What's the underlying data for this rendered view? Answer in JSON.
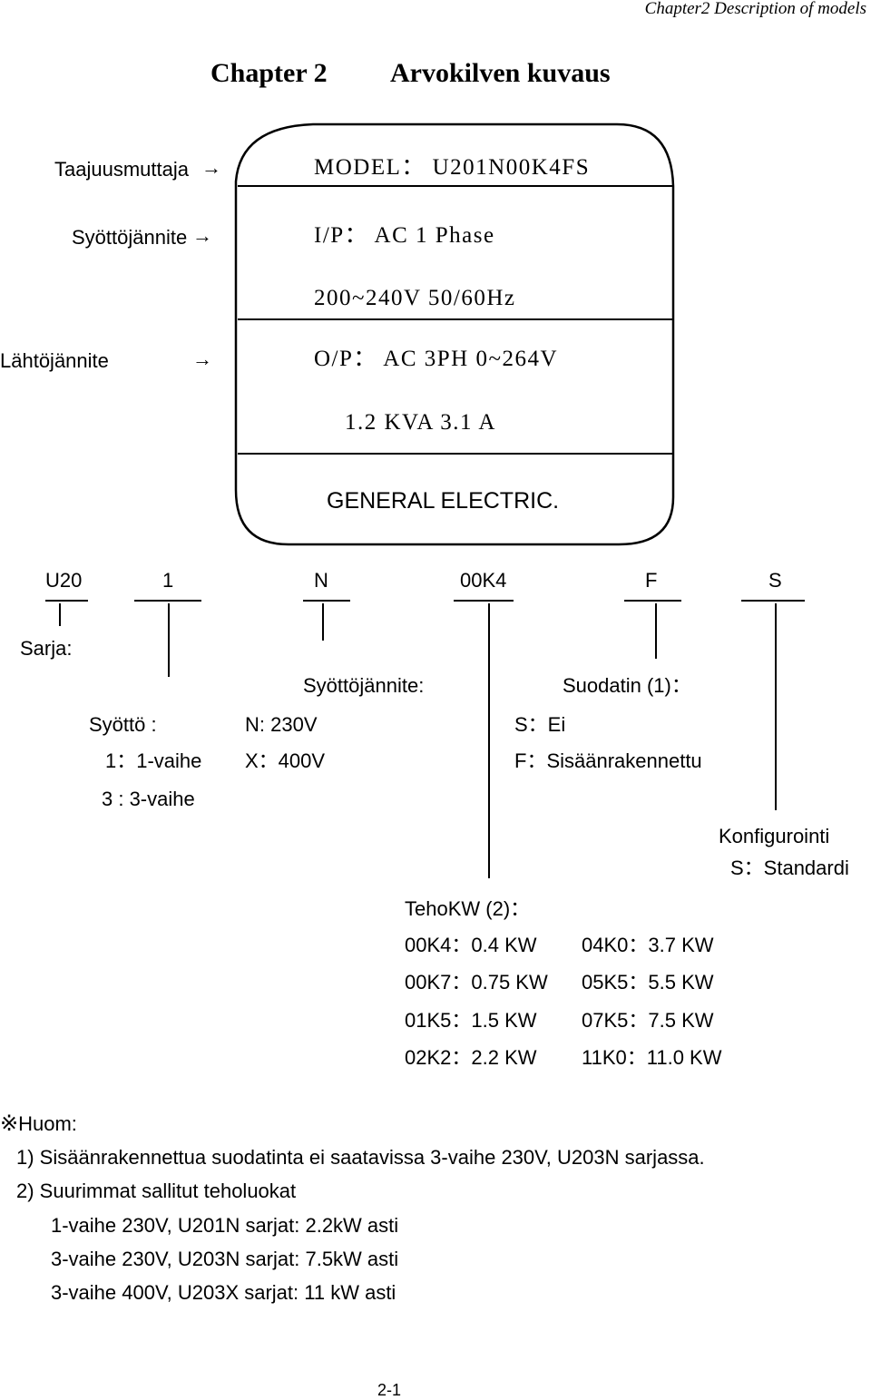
{
  "header": {
    "running_title": "Chapter2 Description of models"
  },
  "chapter": {
    "number": "Chapter 2",
    "title": "Arvokilven kuvaus"
  },
  "nameplate": {
    "labels": {
      "inverter": "Taajuusmuttaja",
      "inverter_arrow": "→",
      "input_voltage": "Syöttöjännite",
      "input_arrow": "→",
      "output_voltage": "Lähtöjännite",
      "output_arrow": "→"
    },
    "lines": {
      "model": "MODEL： U201N00K4FS",
      "input": "I/P： AC 1 Phase",
      "input_range": "200~240V 50/60Hz",
      "output": "O/P： AC 3PH 0~264V",
      "rating": "1.2 KVA 3.1 A",
      "brand": "GENERAL ELECTRIC."
    }
  },
  "code": {
    "segments": [
      "U20",
      "1",
      "N",
      "00K4",
      "F",
      "S"
    ],
    "series": {
      "title": "Sarja:"
    },
    "supply": {
      "title": "Syöttö :",
      "options": [
        "1：1-vaihe",
        "3 : 3-vaihe"
      ]
    },
    "voltage": {
      "title": "Syöttöjännite:",
      "options": [
        "N: 230V",
        "X：400V"
      ]
    },
    "filter": {
      "title": "Suodatin (1)：",
      "options": [
        "S：Ei",
        "F：Sisäänrakennettu"
      ]
    },
    "config": {
      "title": "Konfigurointi",
      "options": [
        "S：Standardi"
      ]
    },
    "power": {
      "title": "TehoKW (2)：",
      "left": [
        "00K4：0.4 KW",
        "00K7：0.75 KW",
        "01K5：1.5 KW",
        "02K2：2.2 KW"
      ],
      "right": [
        "04K0：3.7 KW",
        "05K5：5.5 KW",
        "07K5：7.5 KW",
        "11K0：11.0 KW"
      ]
    }
  },
  "notes": {
    "mark": "※",
    "title": "Huom:",
    "items": [
      "1) Sisäänrakennettua suodatinta ei saatavissa 3-vaihe 230V, U203N sarjassa.",
      "2) Suurimmat sallitut teholuokat",
      "1-vaihe 230V, U201N sarjat:  2.2kW asti",
      "3-vaihe 230V, U203N sarjat:  7.5kW asti",
      "3-vaihe 400V, U203X sarjat:  11 kW asti"
    ]
  },
  "footer": {
    "page_number": "2-1"
  }
}
